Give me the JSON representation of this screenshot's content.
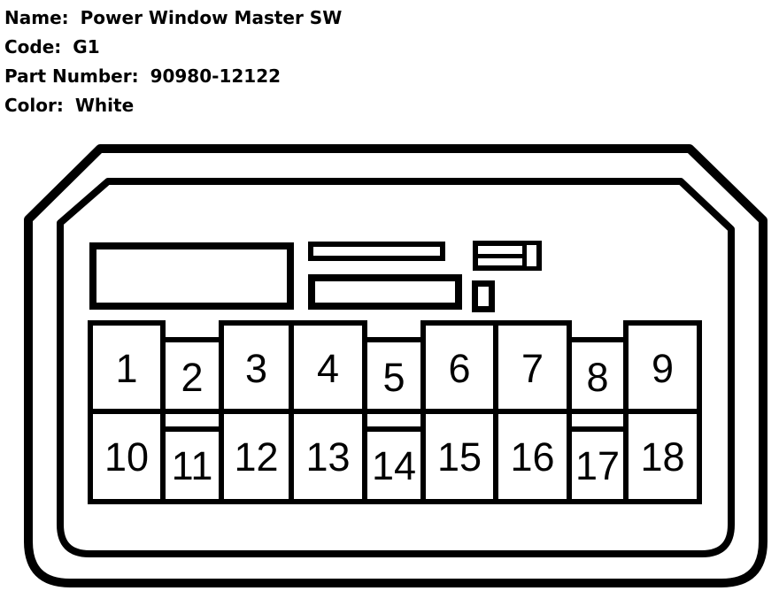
{
  "header": {
    "rows": [
      {
        "label": "Name:",
        "value": "Power Window Master SW"
      },
      {
        "label": "Code:",
        "value": "G1"
      },
      {
        "label": "Part Number:",
        "value": "90980-12122"
      },
      {
        "label": "Color:",
        "value": "White"
      }
    ]
  },
  "connector": {
    "description": "18-pin connector face view with keying slots",
    "outline_color": "#000000",
    "body_color": "#ffffff",
    "pins_top": [
      "1",
      "2",
      "3",
      "4",
      "5",
      "6",
      "7",
      "8",
      "9"
    ],
    "pins_bottom": [
      "10",
      "11",
      "12",
      "13",
      "14",
      "15",
      "16",
      "17",
      "18"
    ],
    "narrow_columns": [
      "2",
      "5",
      "8"
    ],
    "notched_pins": [
      "11",
      "14",
      "17"
    ]
  }
}
